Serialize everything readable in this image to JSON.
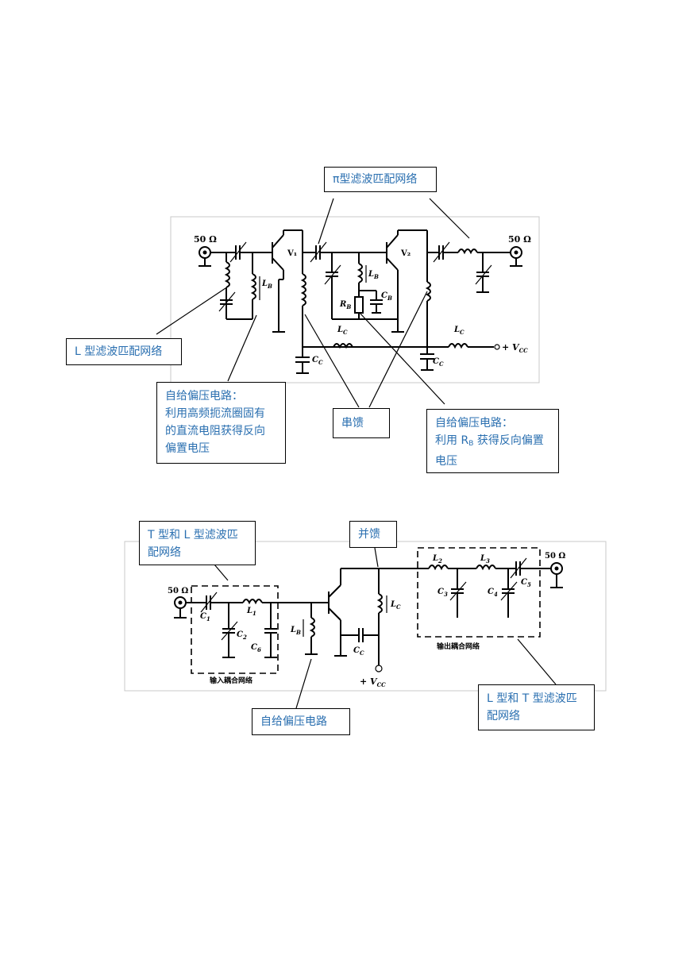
{
  "circuit1": {
    "in_port": "50 Ω",
    "out_port": "50 Ω",
    "v1": "V₁",
    "v2": "V₂",
    "lb1": "L",
    "lb1_sub": "B",
    "lb2": "L",
    "lb2_sub": "B",
    "rb": "R",
    "rb_sub": "B",
    "cb": "C",
    "cb_sub": "B",
    "lc1": "L",
    "lc1_sub": "C",
    "lc2": "L",
    "lc2_sub": "C",
    "cc1": "C",
    "cc1_sub": "C",
    "cc2": "C",
    "cc2_sub": "C",
    "vcc": "+ V",
    "vcc_sub": "CC"
  },
  "circuit2": {
    "in_port": "50 Ω",
    "out_port": "50 Ω",
    "c1": "C",
    "c1_sub": "1",
    "c2": "C",
    "c2_sub": "2",
    "c6": "C",
    "c6_sub": "6",
    "l1": "L",
    "l1_sub": "1",
    "lb": "L",
    "lb_sub": "B",
    "cc": "C",
    "cc_sub": "C",
    "lc": "L",
    "lc_sub": "C",
    "l2": "L",
    "l2_sub": "2",
    "l3": "L",
    "l3_sub": "3",
    "c3": "C",
    "c3_sub": "3",
    "c4": "C",
    "c4_sub": "4",
    "c5": "C",
    "c5_sub": "5",
    "vcc": "+ V",
    "vcc_sub": "CC",
    "input_network": "输入耦合网络",
    "output_network": "输出耦合网络"
  },
  "callouts": {
    "pi_filter": "π型滤波匹配网络",
    "l_filter": "L 型滤波匹配网络",
    "self_bias_1": [
      "自给偏压电路：",
      "利用高频扼流圈固有",
      "的直流电阻获得反向",
      "偏置电压"
    ],
    "series_feed": "串馈",
    "self_bias_2": [
      "自给偏压电路：",
      "利用 R",
      "B",
      " 获得反向偏置",
      "电压"
    ],
    "tl_filter": [
      "T 型和 L 型滤波匹",
      "配网络"
    ],
    "parallel_feed": "并馈",
    "self_bias_3": "自给偏压电路",
    "lt_filter": [
      "L 型和 T 型滤波匹",
      "配网络"
    ]
  },
  "colors": {
    "callout_text": "#2a6fb0",
    "frame": "#c8c8c8"
  }
}
